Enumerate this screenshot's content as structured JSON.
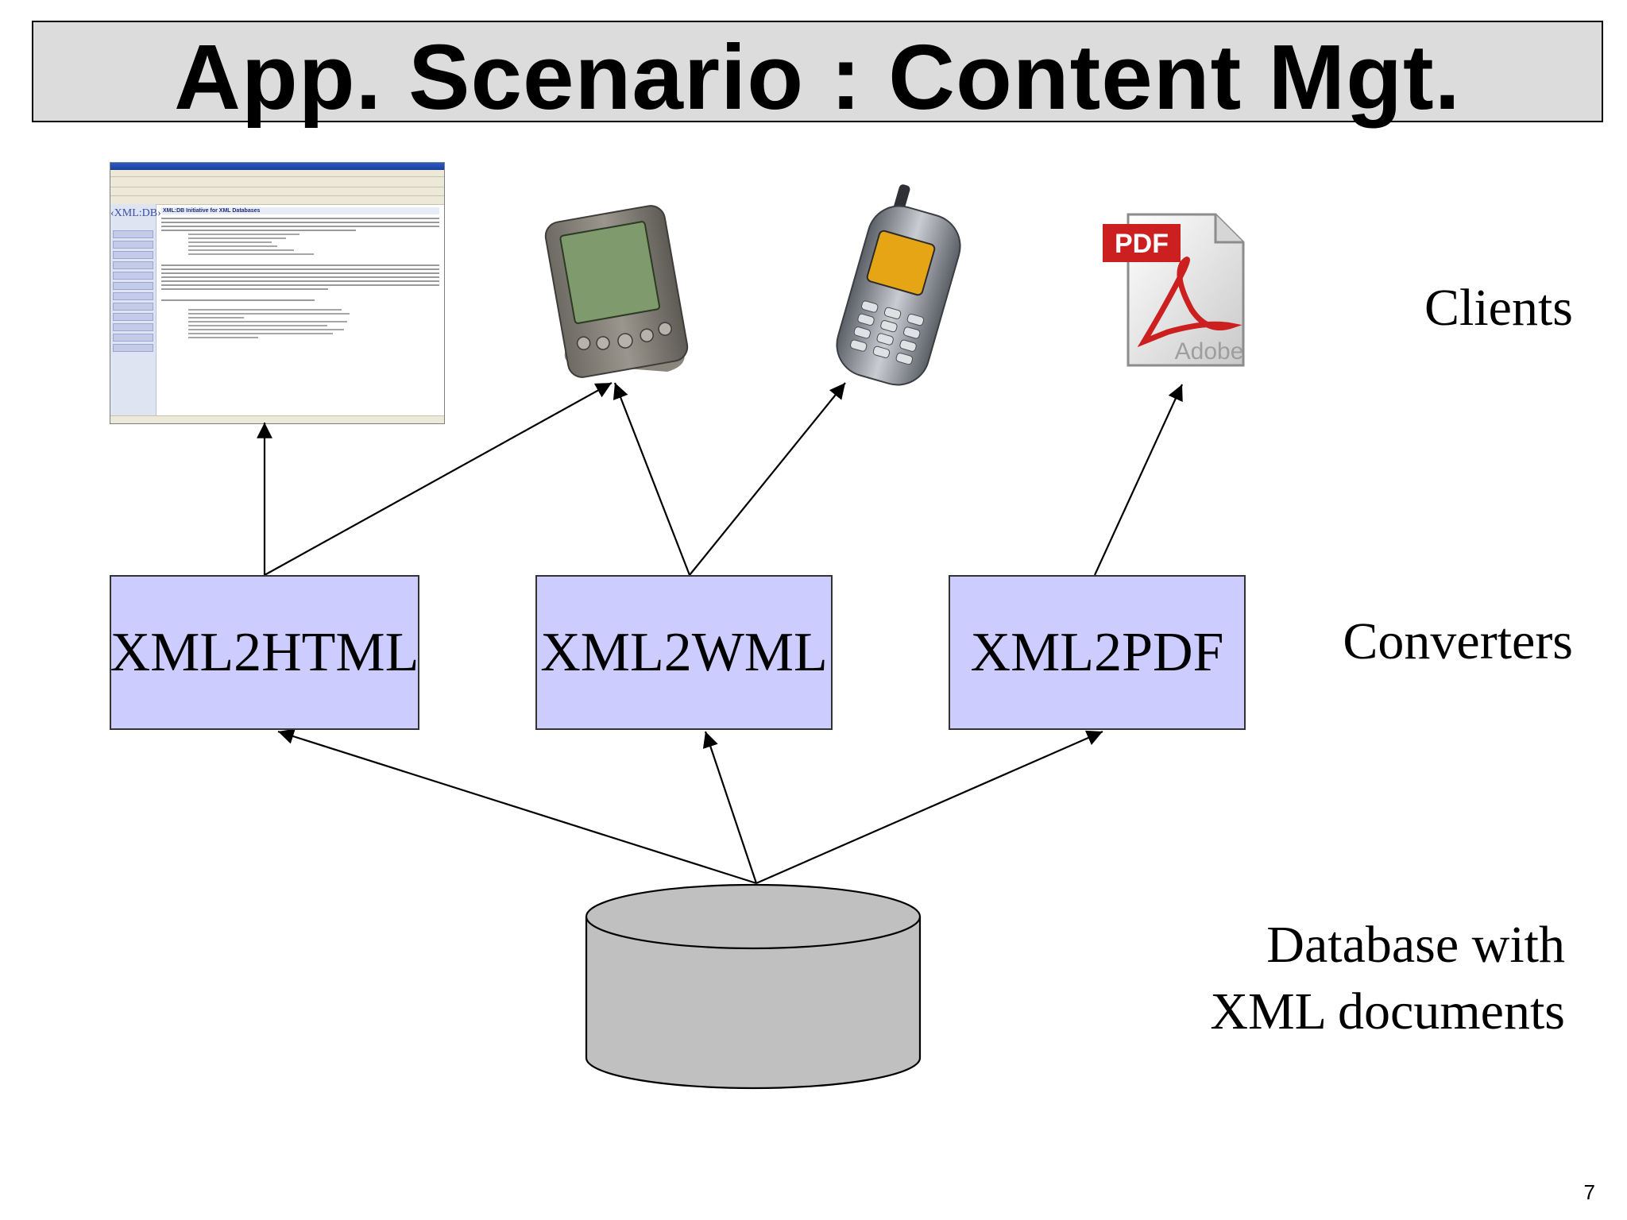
{
  "slide": {
    "title": "App. Scenario : Content Mgt.",
    "page_number": "7"
  },
  "tiers": {
    "clients": "Clients",
    "converters": "Converters",
    "database_line1": "Database with",
    "database_line2": "XML documents"
  },
  "converters": [
    {
      "label": "XML2HTML"
    },
    {
      "label": "XML2WML"
    },
    {
      "label": "XML2PDF"
    }
  ],
  "clients": [
    {
      "icon": "web-browser-screenshot"
    },
    {
      "icon": "pda-icon"
    },
    {
      "icon": "mobile-phone-icon"
    },
    {
      "icon": "pdf-document-icon"
    }
  ],
  "pdf_icon": {
    "badge": "PDF",
    "brand": "Adobe"
  },
  "browser": {
    "logo": "‹XML:DB›",
    "heading": "XML:DB Initiative for XML Databases"
  },
  "colors": {
    "title_bar": "#dcdcdc",
    "converter_fill": "#ccccff",
    "database_fill": "#c0c0c0",
    "pdf_red": "#cc1f1f"
  }
}
